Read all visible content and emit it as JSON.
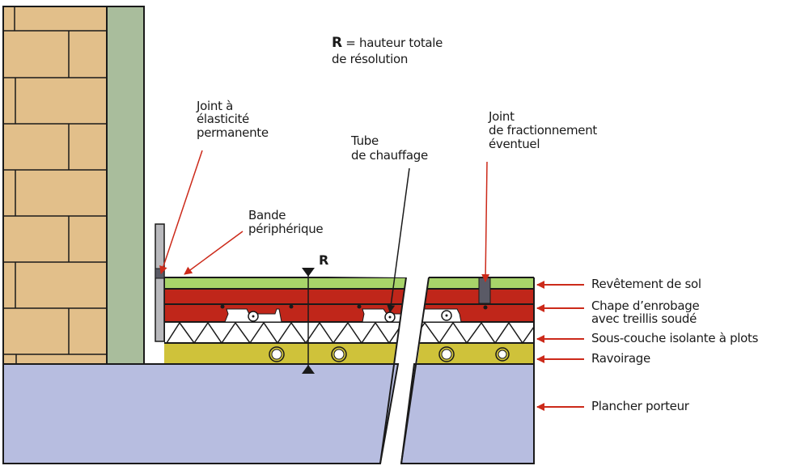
{
  "title_note": {
    "symbol": "R",
    "line1": " = hauteur totale",
    "line2": "de résolution"
  },
  "r_marker": "R",
  "callouts": {
    "joint_elasticite": [
      "Joint à",
      "élasticité",
      "permanente"
    ],
    "bande_peripherique": [
      "Bande",
      "périphérique"
    ],
    "tube_chauffage": [
      "Tube",
      "de chauffage"
    ],
    "joint_fractionnement": [
      "Joint",
      "de fractionnement",
      "éventuel"
    ]
  },
  "layers": [
    {
      "label": "Revêtement de sol",
      "color": "#a8d46a"
    },
    {
      "label": "Chape d’enrobage",
      "label2": "avec treillis soudé",
      "color": "#c0261a"
    },
    {
      "label": "Sous-couche isolante à plots",
      "color": "#ffffff"
    },
    {
      "label": "Ravoirage",
      "color": "#cfc23a"
    },
    {
      "label": "Plancher porteur",
      "color": "#b7bde0"
    }
  ],
  "colors": {
    "brick": "#e2bf8a",
    "plaster": "#a9bd9c",
    "edge_strip": "#b9b9bd",
    "joint": "#5a5a66",
    "arrow": "#cc2a1a",
    "line": "#1a1a1a"
  }
}
